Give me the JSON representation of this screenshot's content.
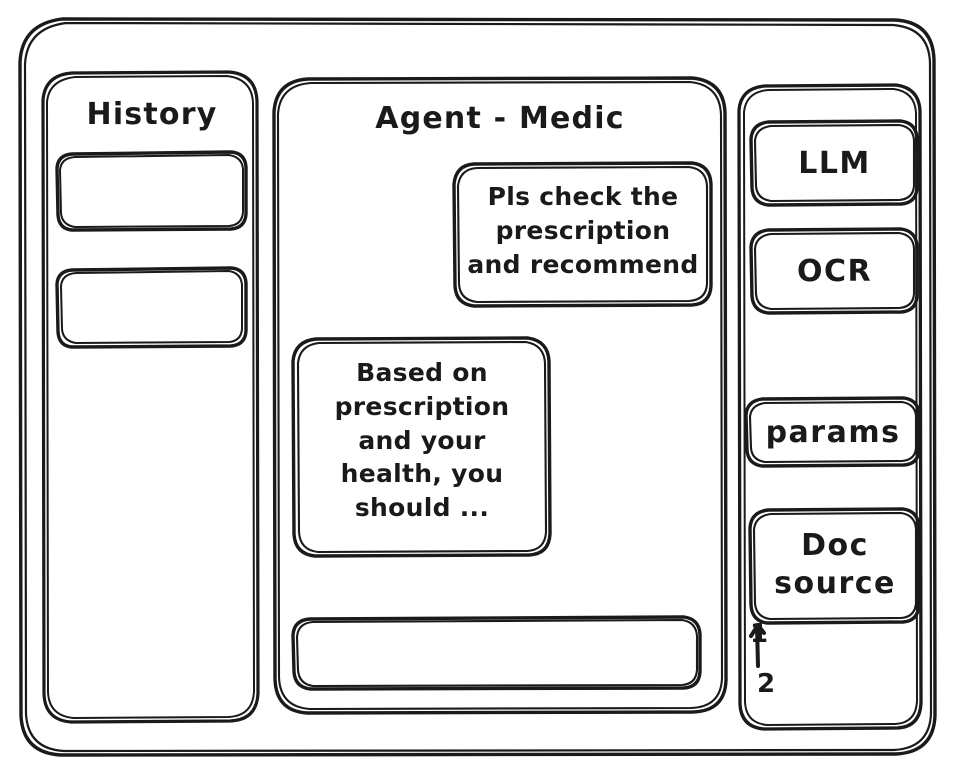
{
  "window": {
    "name": "agent-medic-wireframe",
    "background": "#ffffff",
    "ink": "#1a1a1a"
  },
  "sidebar_left": {
    "title": "History",
    "items": [
      {
        "label": ""
      },
      {
        "label": ""
      }
    ]
  },
  "main": {
    "title": "Agent - Medic",
    "messages": [
      {
        "role": "user",
        "align": "right",
        "text": "Pls check the\nprescription\nand recommend"
      },
      {
        "role": "assistant",
        "align": "left",
        "text": "Based on\nprescription\nand your\nhealth, you\nshould ..."
      }
    ],
    "composer": {
      "value": "",
      "placeholder": ""
    }
  },
  "sidebar_right": {
    "tools": [
      {
        "label": "LLM"
      },
      {
        "label": "OCR"
      }
    ],
    "params": {
      "label": "params"
    },
    "doc_source": {
      "label": "Doc\nsource"
    },
    "doc_list": [
      {
        "number": "1"
      },
      {
        "number": "2"
      }
    ]
  }
}
